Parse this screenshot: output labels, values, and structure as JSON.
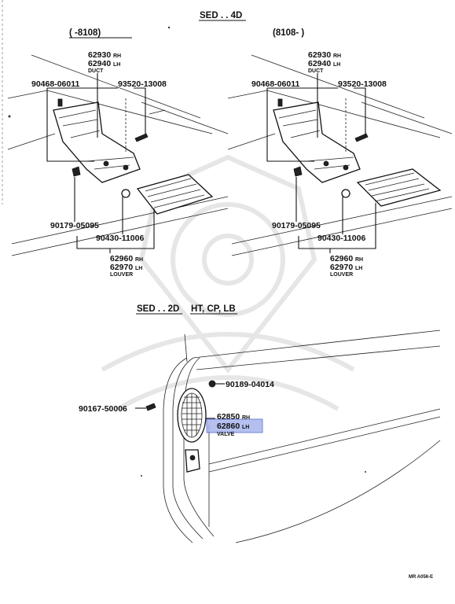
{
  "sections": {
    "sed4d": {
      "title": "SED . . 4D",
      "left_range": "(      -8108)",
      "right_range": "(8108-         )"
    },
    "sed2d": {
      "title": "SED . . 2D",
      "body_types": "HT, CP, LB"
    }
  },
  "left_panel": {
    "duct_part_1": "62930",
    "duct_part_2": "62940",
    "duct_name": "DUCT",
    "clip_left": "90468-06011",
    "screw_right": "93520-13008",
    "grommet": "90179-05095",
    "nut": "90430-11006",
    "louver_part_1": "62960",
    "louver_part_2": "62970",
    "louver_name": "LOUVER"
  },
  "right_panel": {
    "duct_part_1": "62930",
    "duct_part_2": "62940",
    "duct_name": "DUCT",
    "clip_left": "90468-06011",
    "screw_right": "93520-13008",
    "grommet": "90179-05095",
    "nut": "90430-11006",
    "louver_part_1": "62960",
    "louver_part_2": "62970",
    "louver_name": "LOUVER"
  },
  "bottom_panel": {
    "clip_top": "90189-04014",
    "clip_left": "90167-50006",
    "valve_part_1": "62850",
    "valve_part_2": "62860",
    "valve_name": "VALVE"
  },
  "colors": {
    "highlight_fill": "#a9b6ee",
    "highlight_stroke": "#5b6fd1",
    "ink": "#111111"
  },
  "ref_code": "MR A056-E"
}
